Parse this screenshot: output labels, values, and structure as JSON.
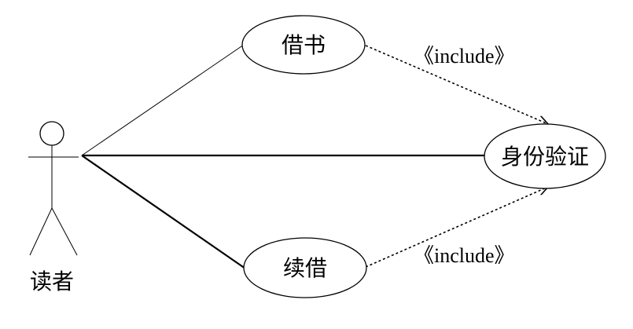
{
  "actor": {
    "label": "读者"
  },
  "use_cases": {
    "borrow": "借书",
    "renew": "续借",
    "auth": "身份验证"
  },
  "relations": {
    "include_top": "《include》",
    "include_bottom": "《include》"
  }
}
